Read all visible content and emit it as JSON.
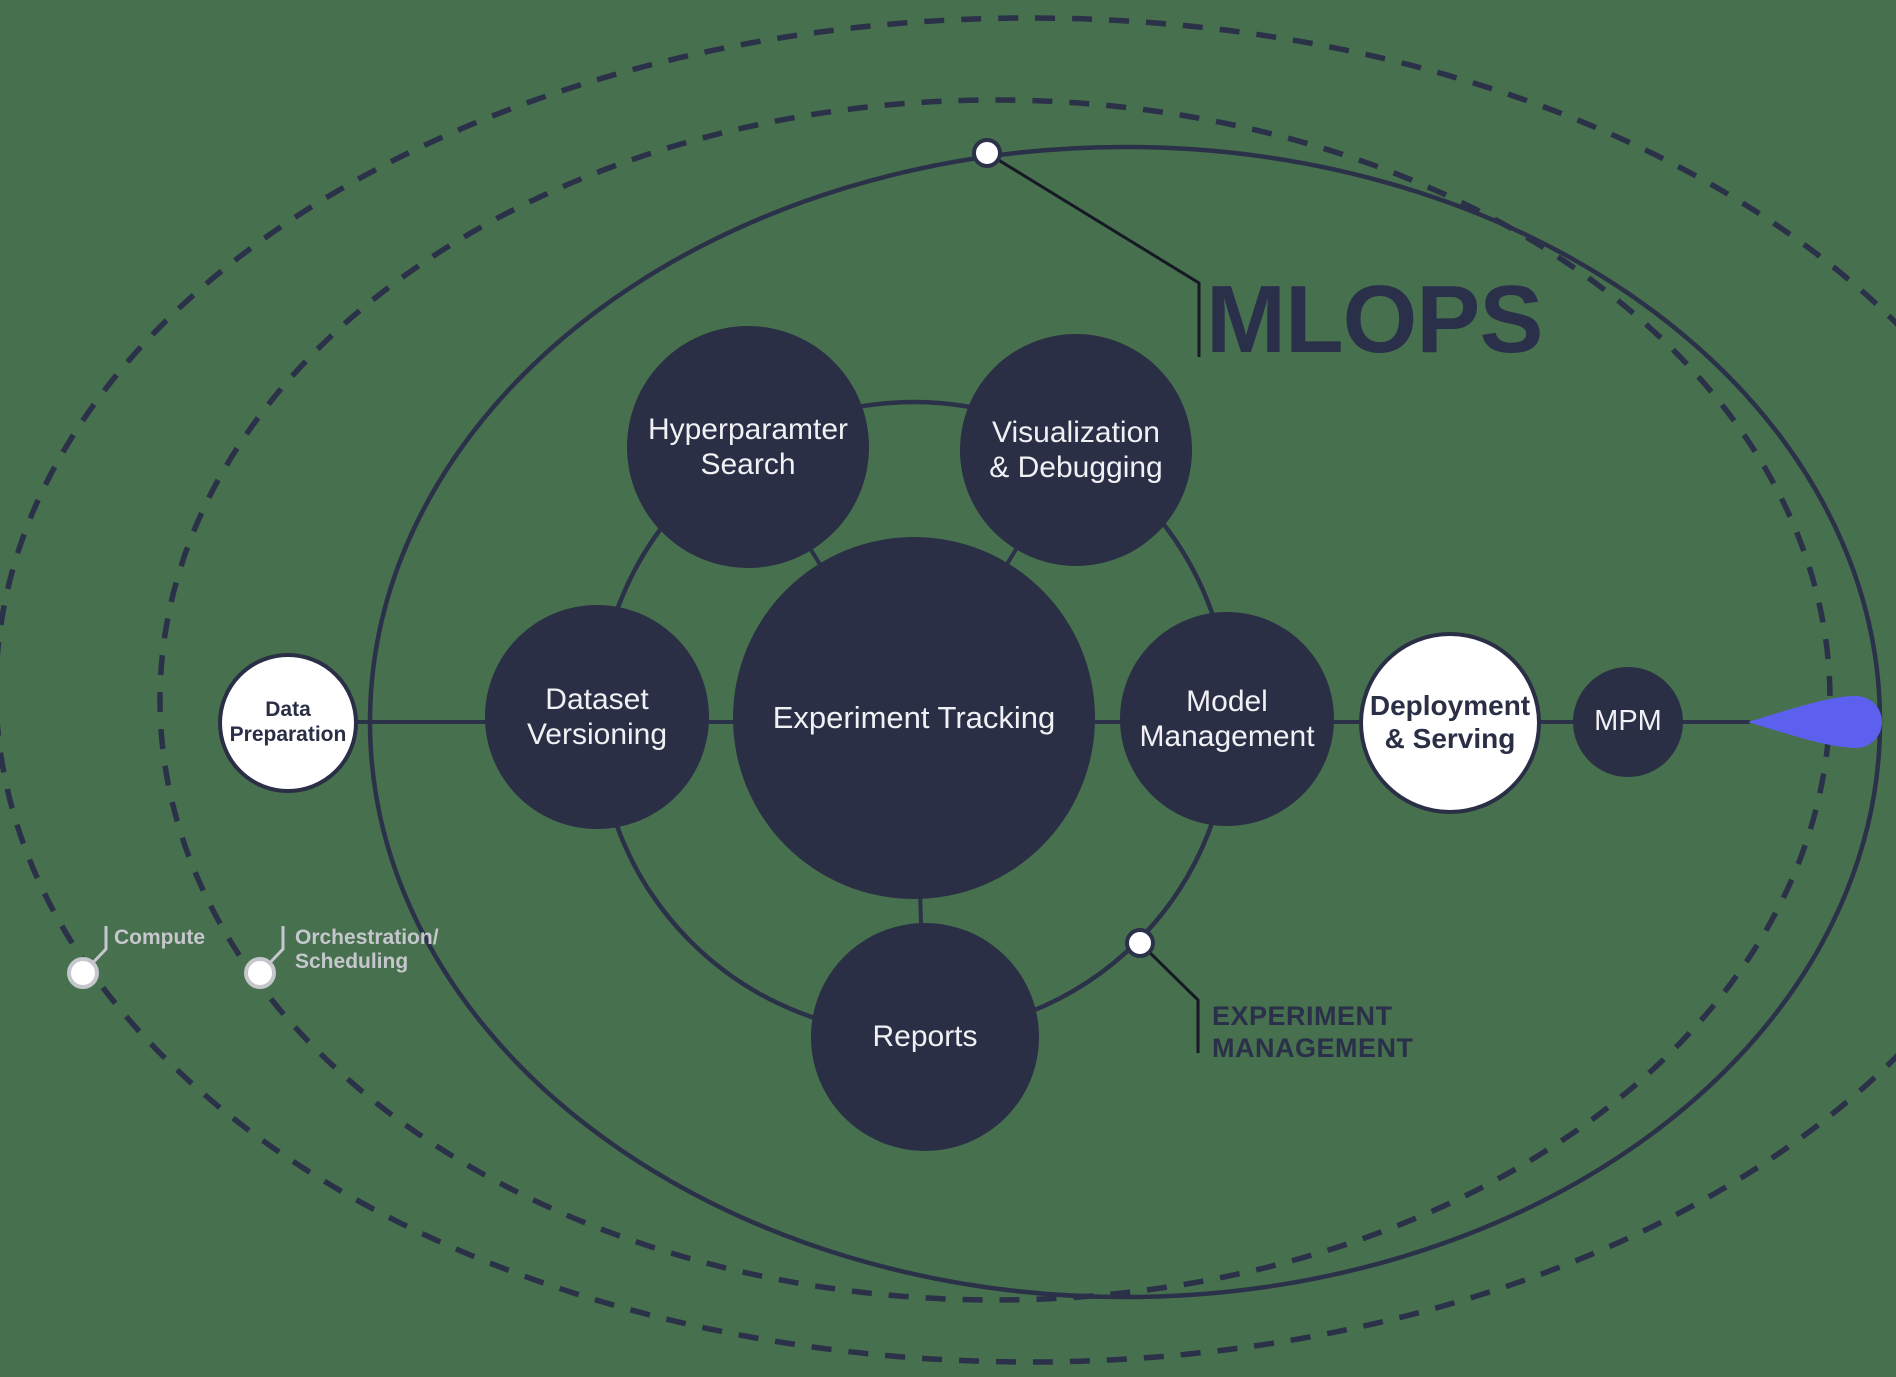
{
  "colors": {
    "background": "#47704E",
    "node_dark": "#2A2F45",
    "node_light": "#FFFFFF",
    "text_light": "#F1F1F5",
    "text_dark": "#2A3049",
    "orbit": "#2B3148",
    "leader_dark": "#161924",
    "muted_label": "#C5C7CD",
    "comet": "#5D5FEF"
  },
  "labels": {
    "mlops": "MLOPS",
    "experiment_management": {
      "line1": "EXPERIMENT",
      "line2": "MANAGEMENT"
    },
    "compute": "Compute",
    "orchestration": {
      "line1": "Orchestration/",
      "line2": "Scheduling"
    }
  },
  "nodes": {
    "data_preparation": {
      "line1": "Data",
      "line2": "Preparation"
    },
    "dataset_versioning": {
      "line1": "Dataset",
      "line2": "Versioning"
    },
    "hyperparameter_search": {
      "line1": "Hyperparamter",
      "line2": "Search"
    },
    "visualization_debugging": {
      "line1": "Visualization",
      "line2": "& Debugging"
    },
    "experiment_tracking": {
      "line1": "Experiment Tracking"
    },
    "model_management": {
      "line1": "Model",
      "line2": "Management"
    },
    "reports": {
      "line1": "Reports"
    },
    "deployment_serving": {
      "line1": "Deployment",
      "line2": "& Serving"
    },
    "mpm": {
      "line1": "MPM"
    }
  },
  "icons": {
    "orbit_connector_dot": "white circular marker on orbit",
    "comet": "blue teardrop comet pointing left"
  }
}
